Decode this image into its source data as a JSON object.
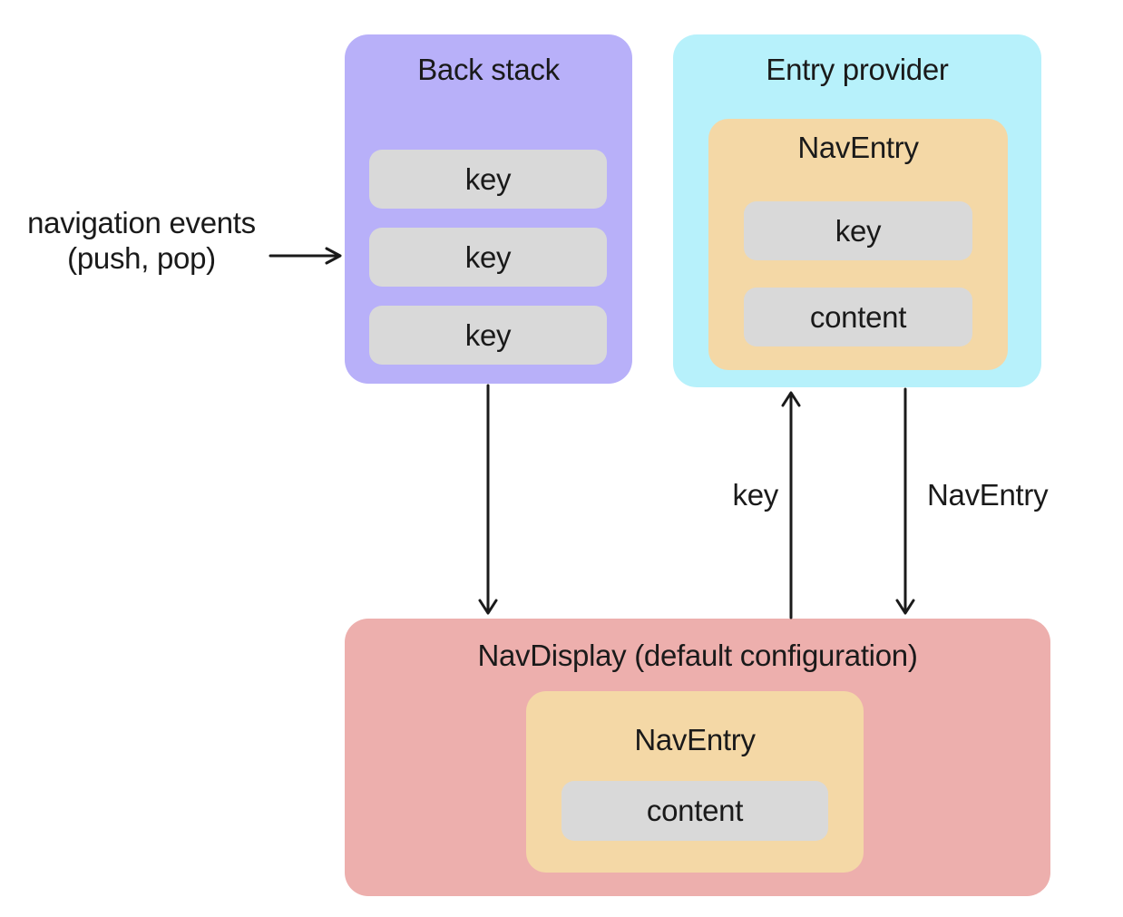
{
  "colors": {
    "back_stack": "#b8b0f9",
    "entry_provider": "#b7f1fb",
    "nav_entry": "#f4d8a6",
    "nav_display": "#edafad",
    "pill": "#d9d9d9",
    "text": "#1a1a1a",
    "arrow": "#1a1a1a",
    "canvas_bg": "#ffffff"
  },
  "back_stack": {
    "title": "Back stack",
    "keys": [
      "key",
      "key",
      "key"
    ]
  },
  "entry_provider": {
    "title": "Entry provider",
    "nav_entry": {
      "title": "NavEntry",
      "key": "key",
      "content": "content"
    }
  },
  "nav_display": {
    "title": "NavDisplay (default configuration)",
    "nav_entry": {
      "title": "NavEntry",
      "content": "content"
    }
  },
  "labels": {
    "navigation_events_line1": "navigation events",
    "navigation_events_line2": "(push, pop)",
    "key_arrow": "key",
    "nav_entry_arrow": "NavEntry"
  }
}
